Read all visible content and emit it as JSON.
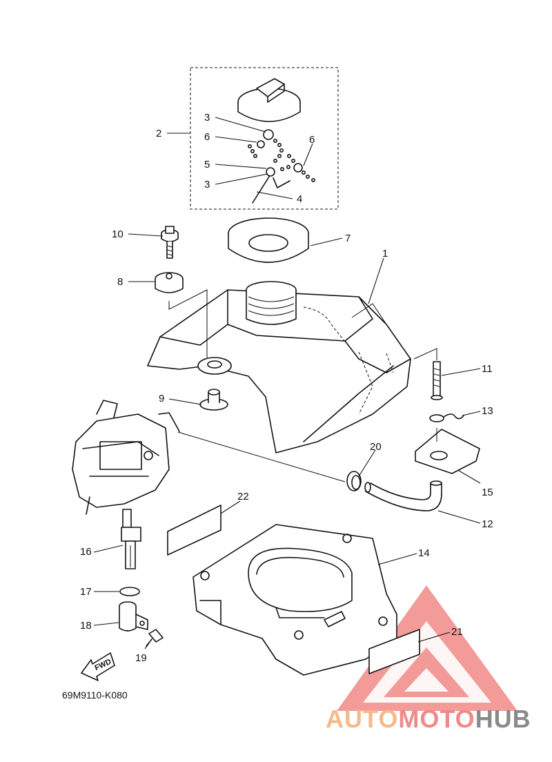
{
  "diagram_code": "69M9110-K080",
  "fwd_label": "FWD",
  "watermark": {
    "part1": "AUTO",
    "part2": "MOTO",
    "part3": "HUB",
    "color_orange": "#f6b98a",
    "color_pink": "#f08a86",
    "color_gray": "#8a8a8a"
  },
  "callouts": {
    "c1": "1",
    "c2": "2",
    "c3a": "3",
    "c3b": "3",
    "c4": "4",
    "c5": "5",
    "c6a": "6",
    "c6b": "6",
    "c7": "7",
    "c8": "8",
    "c9": "9",
    "c10": "10",
    "c11": "11",
    "c12": "12",
    "c13": "13",
    "c14": "14",
    "c15": "15",
    "c16": "16",
    "c17": "17",
    "c18": "18",
    "c19": "19",
    "c20": "20",
    "c21": "21",
    "c22": "22"
  }
}
